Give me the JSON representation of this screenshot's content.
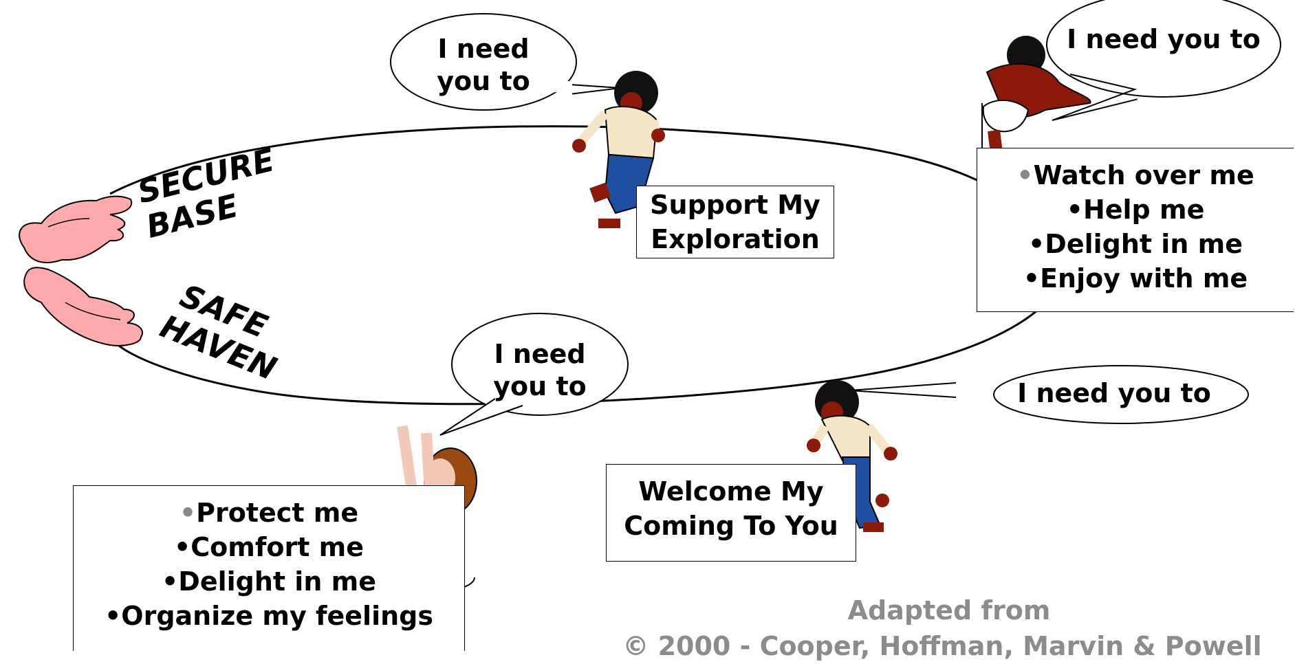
{
  "diagram": {
    "labels": {
      "secure_base": [
        "SECURE",
        "BASE"
      ],
      "safe_haven": [
        "SAFE",
        "HAVEN"
      ]
    },
    "bubbles": {
      "top_left": [
        "I need",
        "you to"
      ],
      "top_right": "I need you to",
      "bottom_left": [
        "I need",
        "you to"
      ],
      "bottom_right": "I need you to"
    },
    "boxes": {
      "support": [
        "Support My",
        "Exploration"
      ],
      "welcome": [
        "Welcome My",
        "Coming To You"
      ]
    },
    "lists": {
      "exploration_needs": [
        "Watch over me",
        "Help me",
        "Delight in me",
        "Enjoy with me"
      ],
      "haven_needs": [
        "Protect me",
        "Comfort me",
        "Delight in me",
        "Organize my feelings"
      ]
    },
    "credit": [
      "Adapted from",
      "© 2000 - Cooper, Hoffman, Marvin & Powell"
    ]
  },
  "colors": {
    "hands": "#ffaaaa",
    "skin_dark": "#8b1a0a",
    "shirt": "#f5e6c8",
    "jeans": "#1e4fa0",
    "girl_shirt": "#b0189a",
    "girl_hair": "#9a4a10",
    "credit_text": "#8c8c8c"
  }
}
